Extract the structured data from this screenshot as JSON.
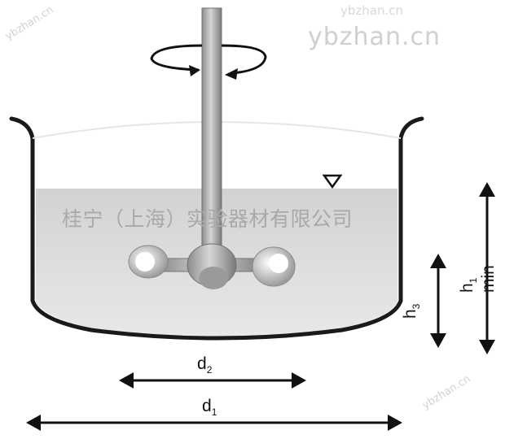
{
  "watermark": {
    "top": "ybzhan.cn",
    "top_small": "ybzhan.cn",
    "side_left": "ybzhan.cn",
    "side_right": "ybzhan.cn"
  },
  "company_text": "桂宁（上海）实验器材有限公司",
  "labels": {
    "d2": "d",
    "d2_sub": "2",
    "d1": "d",
    "d1_sub": "1",
    "h3": "h",
    "h3_sub": "3",
    "h1": "h",
    "h1_sub": "1",
    "h1_suffix": " min"
  },
  "colors": {
    "liquid": "#d9d9d9",
    "outline": "#1a1a1a",
    "shaft": "#a8a8a8",
    "watermark": "#cfcfcf"
  }
}
